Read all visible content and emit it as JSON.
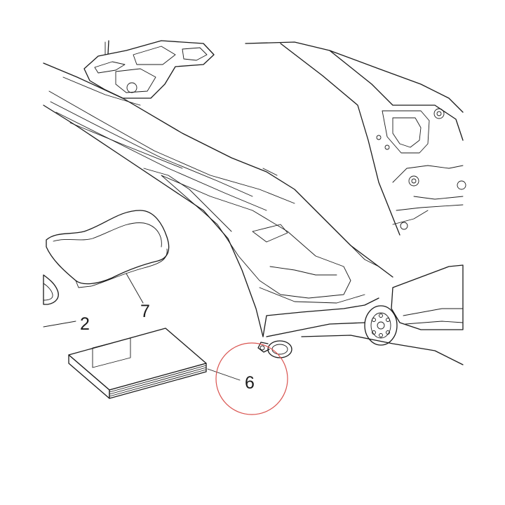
{
  "diagram": {
    "callouts": [
      {
        "id": "2",
        "label": "2"
      },
      {
        "id": "6",
        "label": "6"
      },
      {
        "id": "7",
        "label": "7"
      }
    ],
    "highlight_color": "#d9534f",
    "line_color": "#1a1a1a",
    "background": "#ffffff"
  }
}
